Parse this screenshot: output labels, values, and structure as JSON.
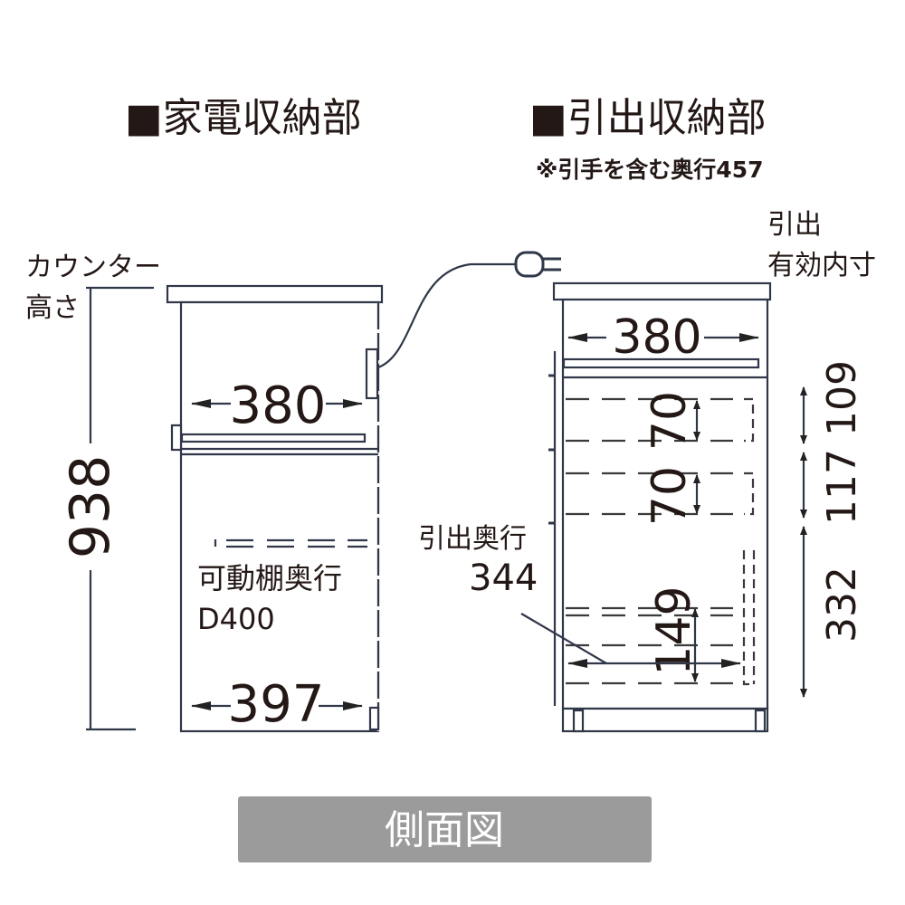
{
  "titles": {
    "appliance_storage": "■家電収納部",
    "drawer_storage": "■引出収納部",
    "drawer_note": "※引手を含む奥行457"
  },
  "left_labels": {
    "counter_height_line1": "カウンター",
    "counter_height_line2": "高さ",
    "height": "938",
    "upper_depth": "380",
    "shelf_label": "可動棚奥行",
    "shelf_depth": "D400",
    "bottom_depth": "397"
  },
  "right_labels": {
    "inner_line1": "引出",
    "inner_line2": "有効内寸",
    "upper_depth": "380",
    "drawer1_height": "70",
    "drawer2_height": "70",
    "drawer3_height": "149",
    "drawer_depth_label": "引出奥行",
    "drawer_depth": "344",
    "dim_109": "109",
    "dim_117": "117",
    "dim_332": "332"
  },
  "footer": {
    "label": "側面図",
    "bg": "#9b9b9b"
  }
}
